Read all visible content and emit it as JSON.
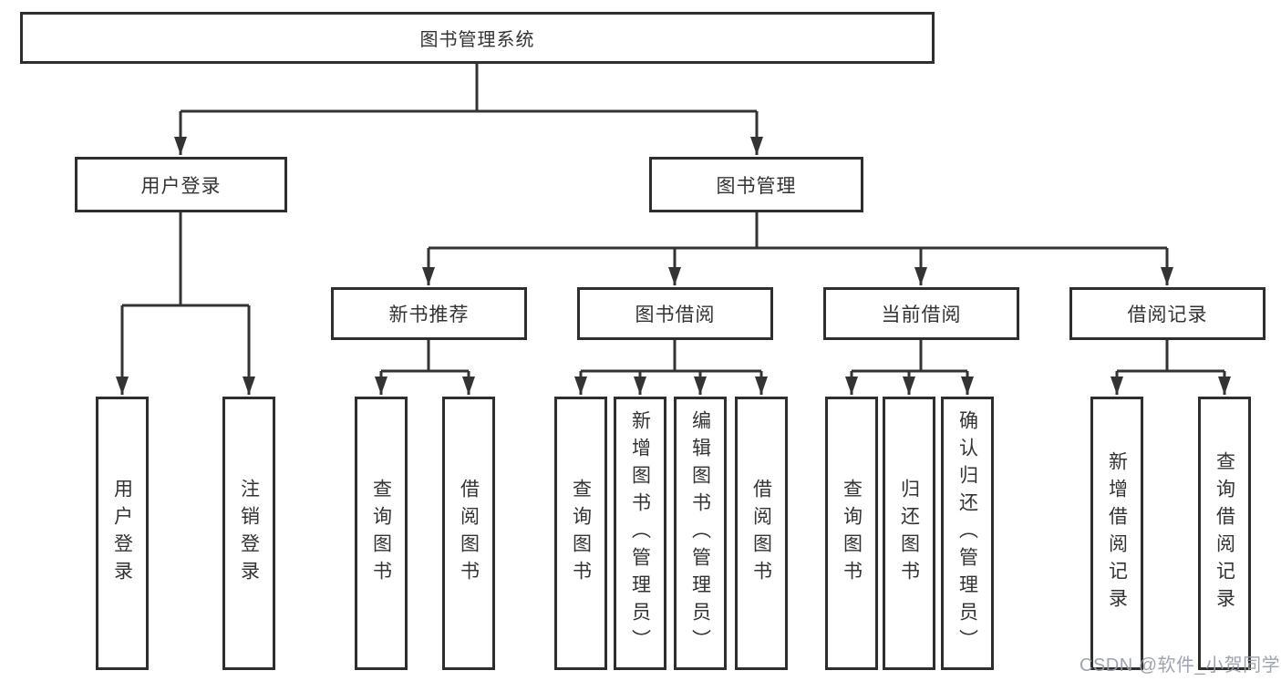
{
  "diagram": {
    "root": {
      "label": "图书管理系统"
    },
    "level2": [
      {
        "label": "用户登录"
      },
      {
        "label": "图书管理"
      }
    ],
    "level3": [
      {
        "label": "新书推荐"
      },
      {
        "label": "图书借阅"
      },
      {
        "label": "当前借阅"
      },
      {
        "label": "借阅记录"
      }
    ],
    "leaves": [
      {
        "label": "用户登录"
      },
      {
        "label": "注销登录"
      },
      {
        "label": "查询图书"
      },
      {
        "label": "借阅图书"
      },
      {
        "label": "查询图书"
      },
      {
        "label": "新增图书（管理员）"
      },
      {
        "label": "编辑图书（管理员）"
      },
      {
        "label": "借阅图书"
      },
      {
        "label": "查询图书"
      },
      {
        "label": "归还图书"
      },
      {
        "label": "确认归还（管理员）"
      },
      {
        "label": "新增借阅记录"
      },
      {
        "label": "查询借阅记录"
      }
    ]
  },
  "watermark": {
    "text": "CSDN @软件_小贺同学"
  },
  "colors": {
    "line": "#333333",
    "border": "#2e2e2e",
    "text": "#333333",
    "watermark_text": "#969caa",
    "background": "#ffffff"
  }
}
